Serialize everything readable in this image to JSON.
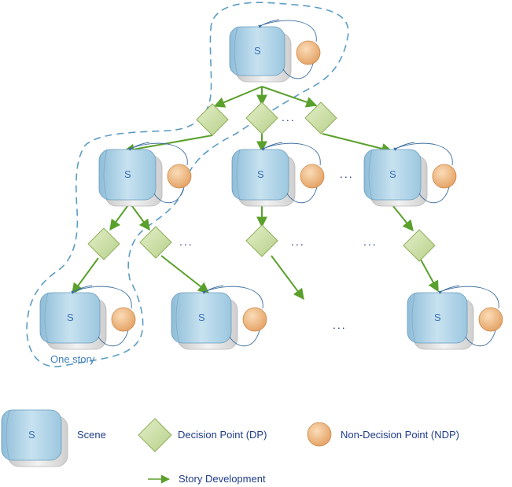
{
  "diagram": {
    "scene_letter": "S",
    "ellipsis": "...",
    "story_label": "One story"
  },
  "legend": {
    "scene": "Scene",
    "decision_point": "Decision Point (DP)",
    "non_decision_point": "Non-Decision Point (NDP)",
    "story_development": "Story Development"
  },
  "colors": {
    "scene_fill": "#a9cfe4",
    "scene_shadow": "#dcdcdc",
    "decision_fill": "#cfe0a8",
    "ndp_fill": "#f0bb86",
    "arrow": "#5aa02c",
    "loop": "#4a7aa8",
    "dashed": "#5b9dc4",
    "text_blue": "#1f3c88"
  }
}
